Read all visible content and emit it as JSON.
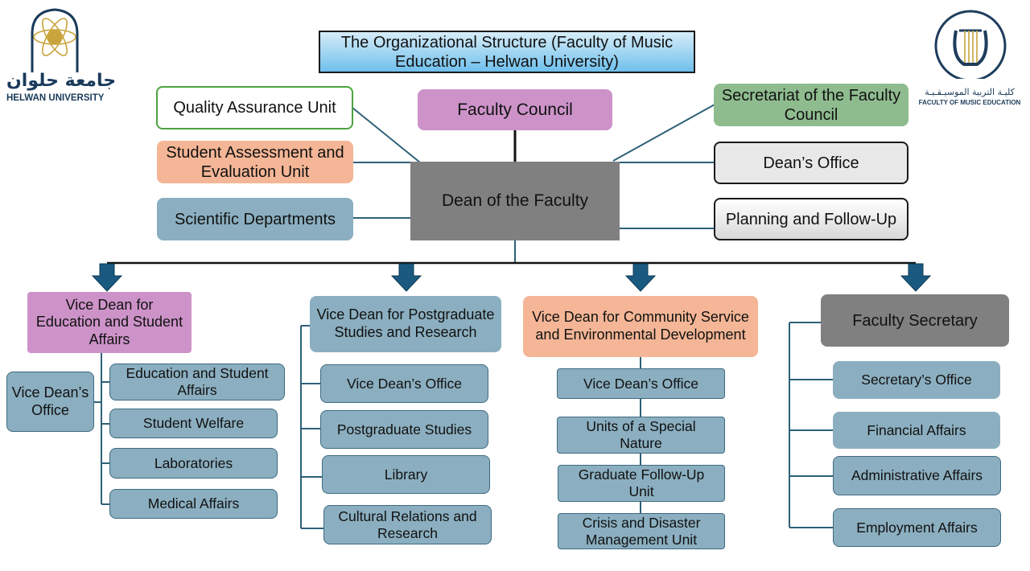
{
  "title": "The Organizational Structure (Faculty of Music Education – Helwan University)",
  "logos": {
    "left_arabic": "جامعة حلوان",
    "left_english": "HELWAN UNIVERSITY",
    "right_arabic": "كليـة التربية الموسيـقـيـة",
    "right_english": "FACULTY OF MUSIC EDUCATION"
  },
  "top": {
    "faculty_council": "Faculty Council",
    "dean": "Dean of the Faculty",
    "left_units": [
      "Quality Assurance Unit",
      "Student Assessment and Evaluation Unit",
      "Scientific Departments"
    ],
    "right_units": [
      "Secretariat of the Faculty Council",
      "Dean’s Office",
      "Planning and Follow-Up"
    ]
  },
  "columns": [
    {
      "head": "Vice Dean for Education and Student Affairs",
      "side": "Vice Dean’s Office",
      "items": [
        "Education and Student Affairs",
        "Student Welfare",
        "Laboratories",
        "Medical Affairs"
      ]
    },
    {
      "head": "Vice Dean for Postgraduate Studies and Research",
      "items": [
        "Vice Dean’s Office",
        "Postgraduate Studies",
        "Library",
        "Cultural Relations and Research"
      ]
    },
    {
      "head": "Vice Dean for Community Service and Environmental Development",
      "items": [
        "Vice Dean’s Office",
        "Units of a Special Nature",
        "Graduate Follow-Up Unit",
        "Crisis and Disaster Management Unit"
      ]
    },
    {
      "head": "Faculty Secretary",
      "items": [
        "Secretary’s Office",
        "Financial Affairs",
        "Administrative Affairs",
        "Employment Affairs"
      ]
    }
  ],
  "colors": {
    "title_gradient_top": "#d6ecf8",
    "title_gradient_bottom": "#6fc0ec",
    "pink": "#cd93c9",
    "salmon": "#f4b696",
    "green": "#8fbc8f",
    "gray": "#808080",
    "blue": "#8bafc0",
    "arrow": "#1b5a80"
  }
}
